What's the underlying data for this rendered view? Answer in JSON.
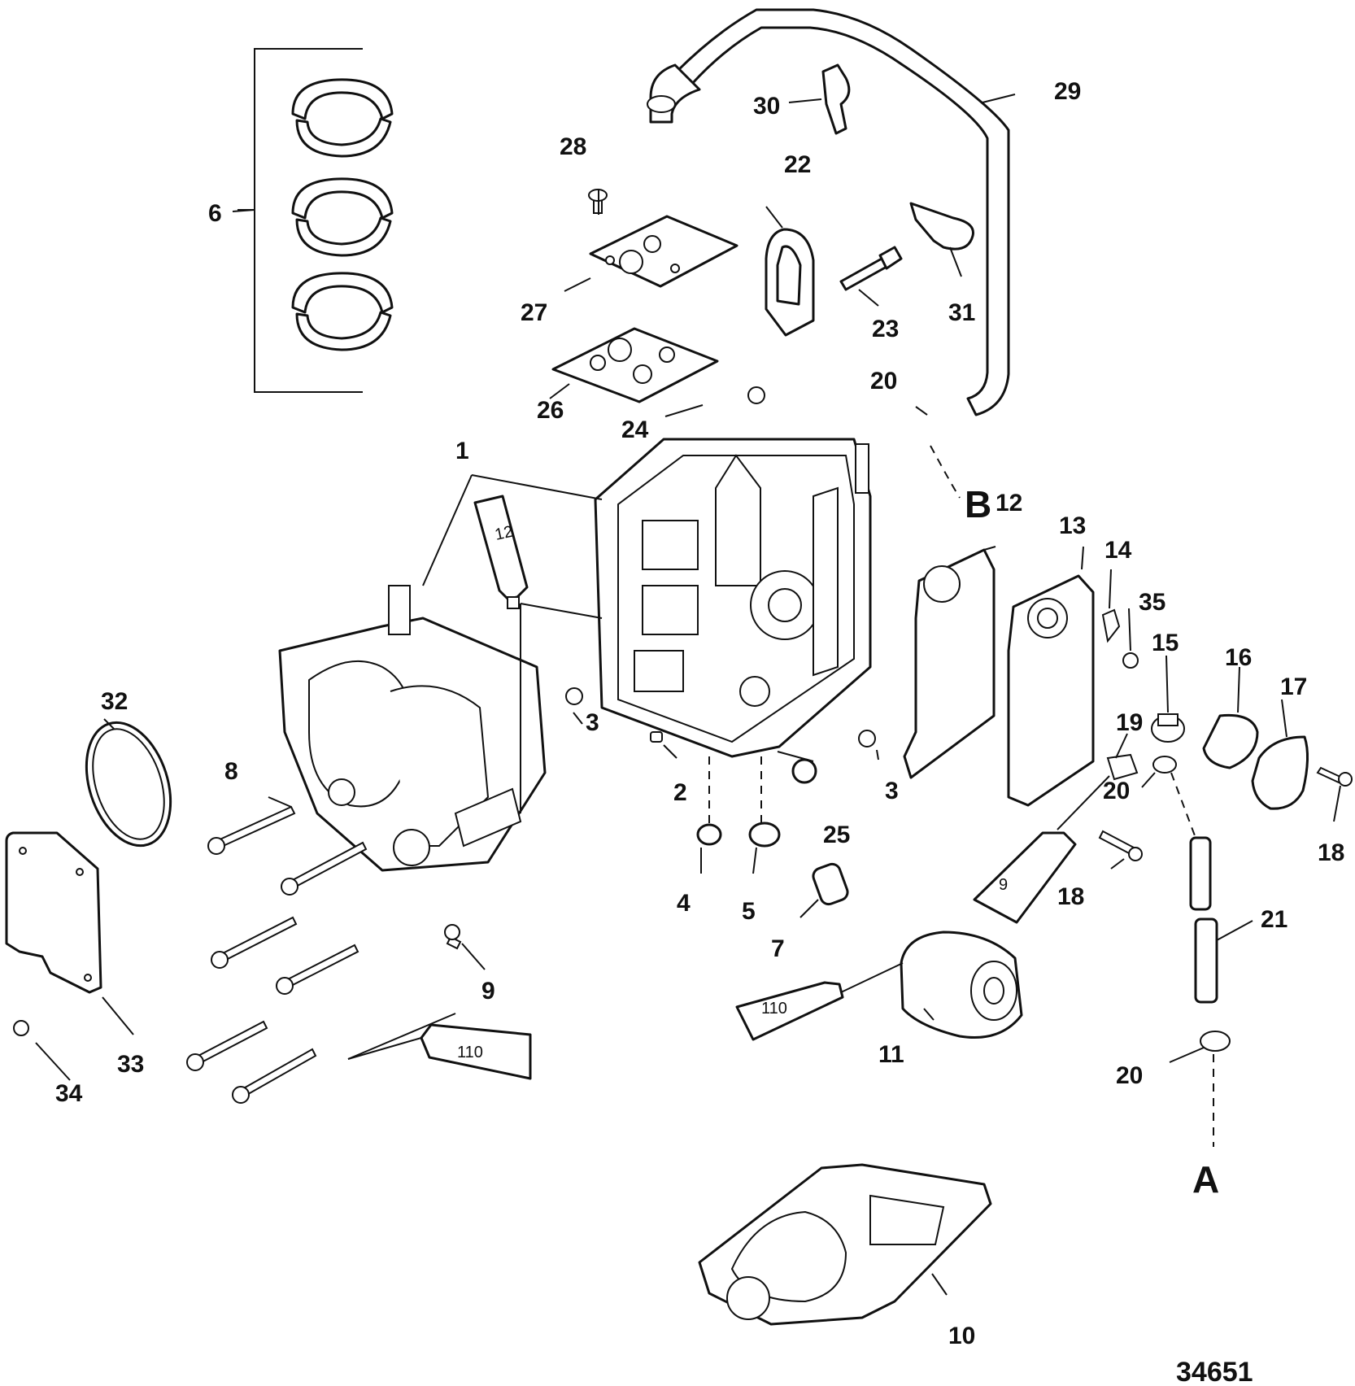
{
  "figure_number": "34651",
  "reference_letters": {
    "a": "A",
    "b": "B"
  },
  "callouts": {
    "c1": "1",
    "c2": "2",
    "c3a": "3",
    "c3b": "3",
    "c4": "4",
    "c5": "5",
    "c6": "6",
    "c7": "7",
    "c8": "8",
    "c9": "9",
    "c10": "10",
    "c11": "11",
    "c12a": "12",
    "c12b": "12",
    "c13": "13",
    "c14": "14",
    "c15": "15",
    "c16": "16",
    "c17": "17",
    "c18a": "18",
    "c18b": "18",
    "c19": "19",
    "c20a": "20",
    "c20b": "20",
    "c20c": "20",
    "c21": "21",
    "c22": "22",
    "c23": "23",
    "c24": "24",
    "c25": "25",
    "c26": "26",
    "c27": "27",
    "c28": "28",
    "c29": "29",
    "c30": "30",
    "c31": "31",
    "c32": "32",
    "c33": "33",
    "c34": "34",
    "c35": "35"
  },
  "tube_labels": {
    "t12": "12",
    "t9": "9",
    "t110a": "110",
    "t110b": "110"
  }
}
